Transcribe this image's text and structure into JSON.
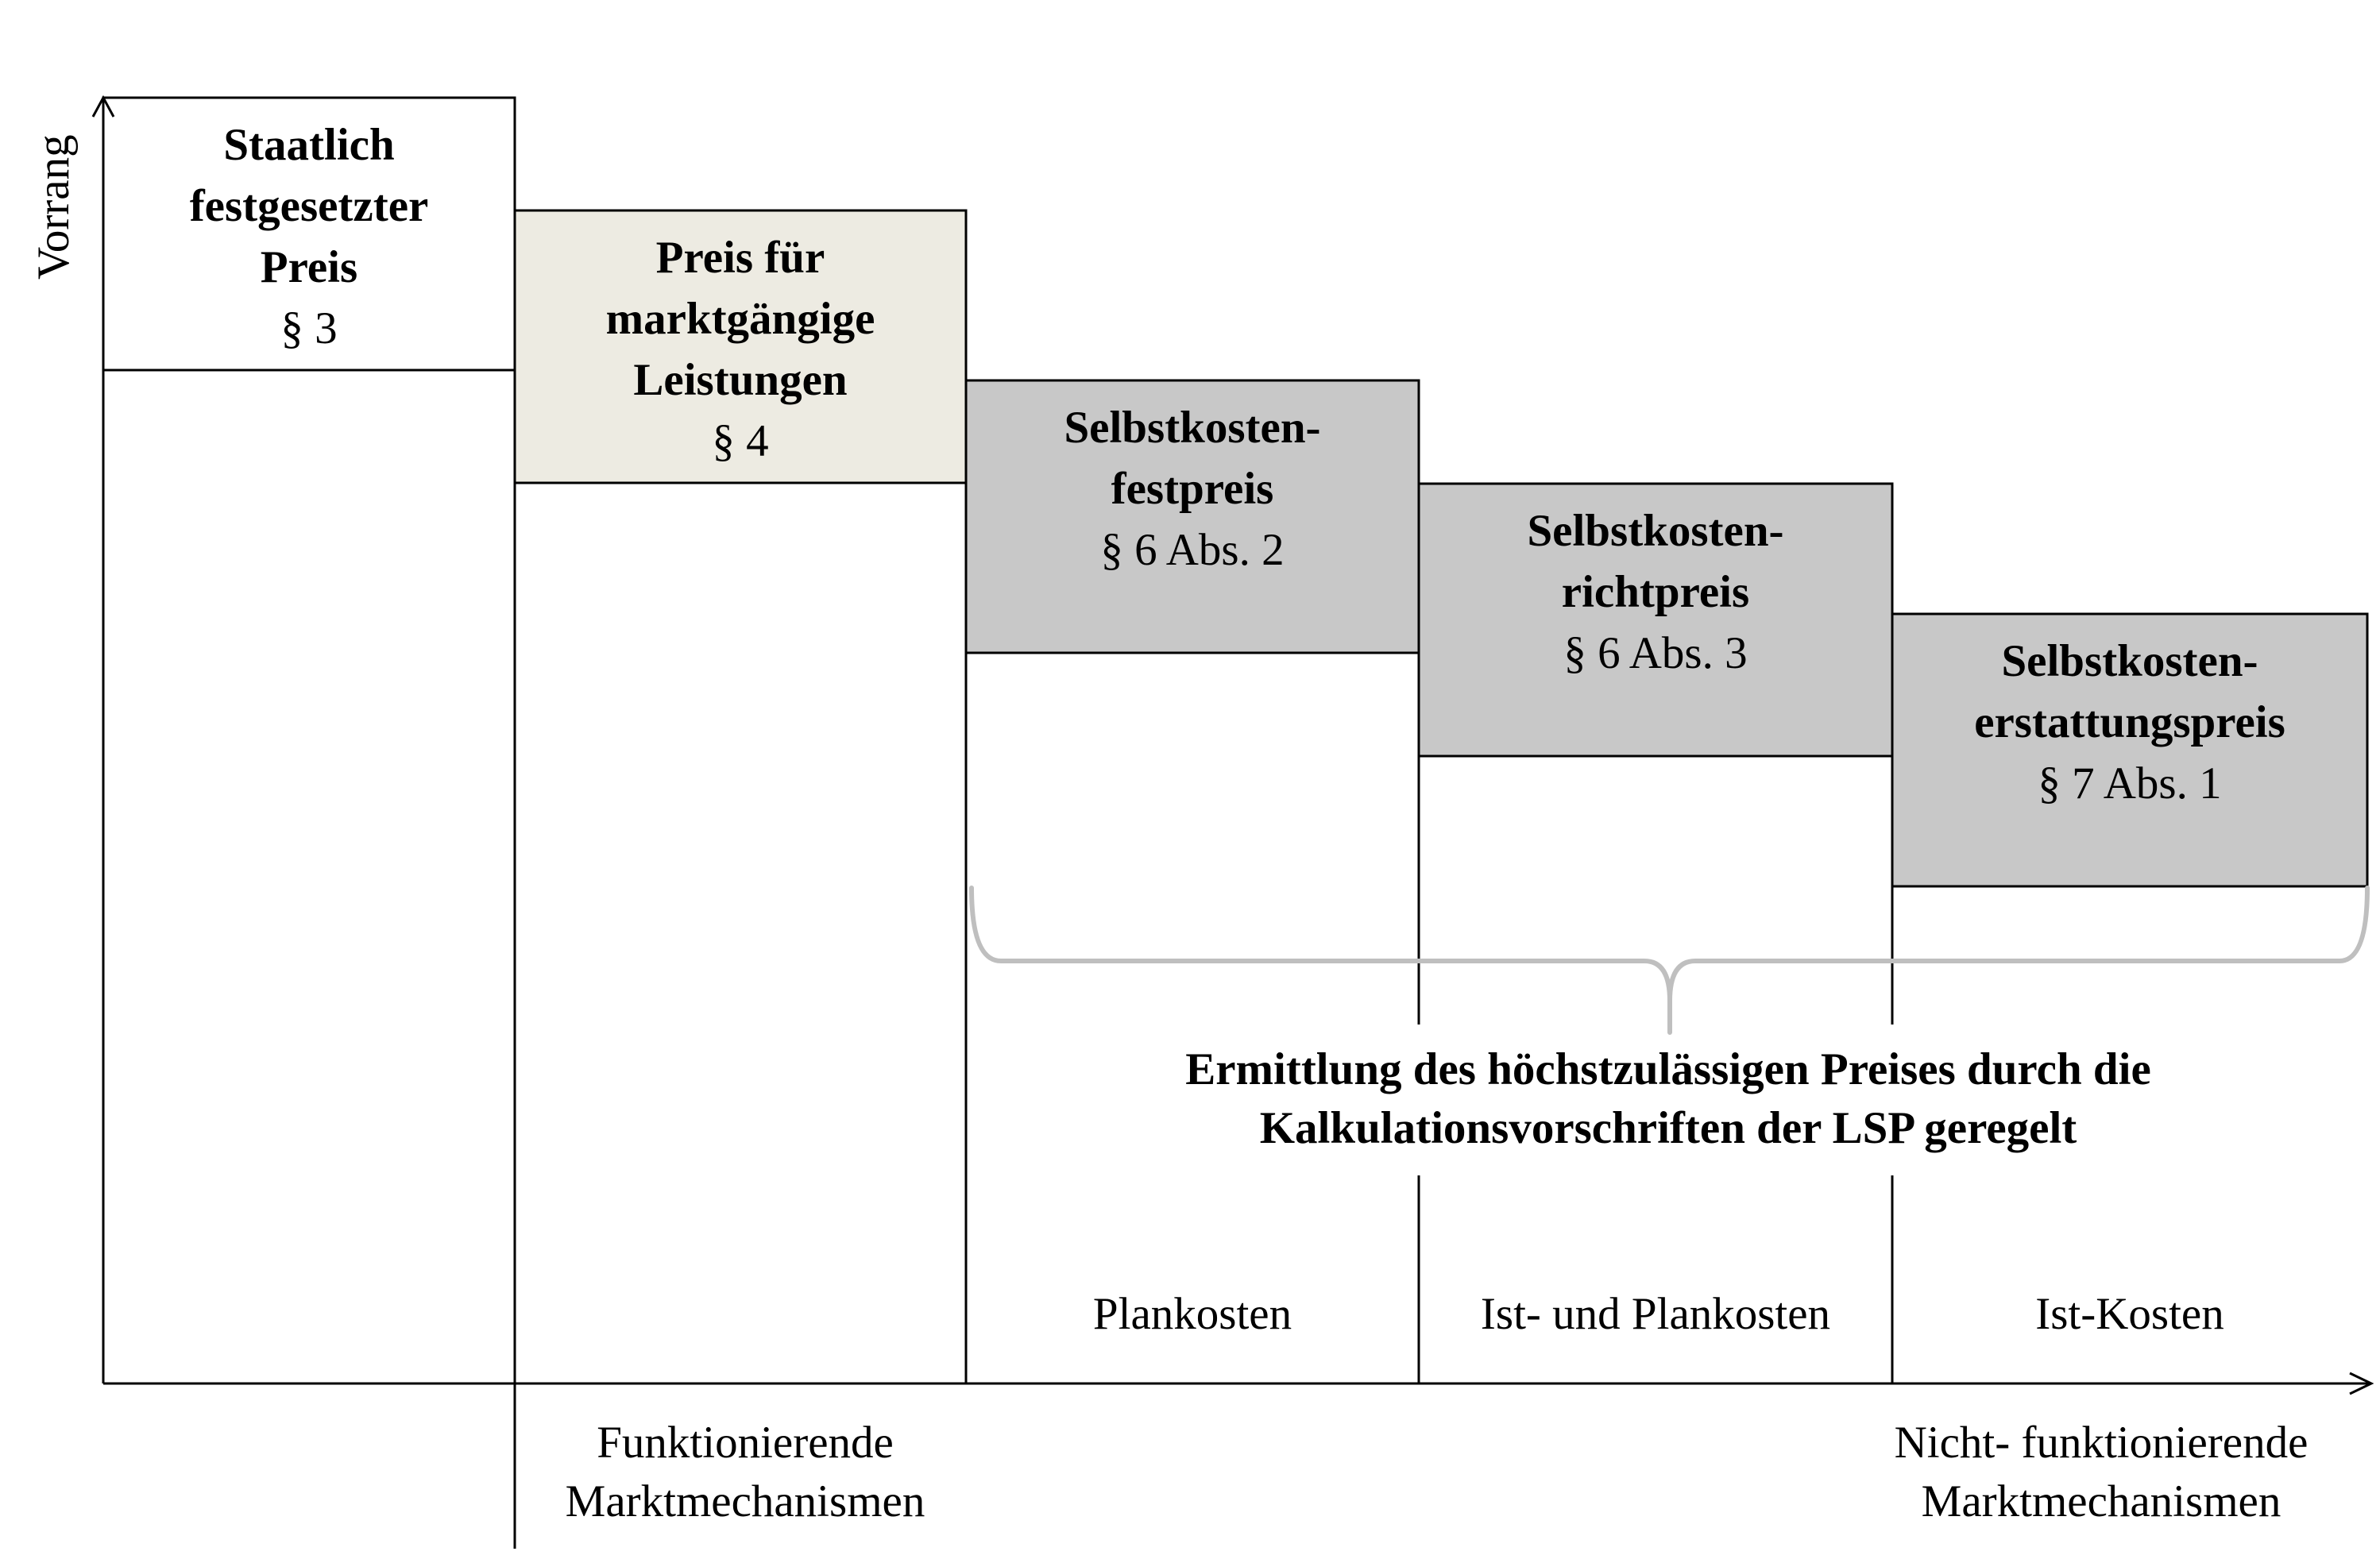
{
  "y_axis_label": "Vorrang",
  "boxes": [
    {
      "title_lines": [
        "Staatlich",
        "festgesetzter",
        "Preis"
      ],
      "para": "§ 3",
      "fill": "#ffffff"
    },
    {
      "title_lines": [
        "Preis für",
        "marktgängige",
        "Leistungen"
      ],
      "para": "§ 4",
      "fill": "#edebe2"
    },
    {
      "title_lines": [
        "Selbstkosten-",
        "festpreis"
      ],
      "para": "§ 6 Abs. 2",
      "fill": "#c8c8c8"
    },
    {
      "title_lines": [
        "Selbstkosten-",
        "richtpreis"
      ],
      "para": "§ 6 Abs. 3",
      "fill": "#c8c8c8"
    },
    {
      "title_lines": [
        "Selbstkosten-",
        "erstattungspreis"
      ],
      "para": "§ 7 Abs. 1",
      "fill": "#c8c8c8"
    }
  ],
  "brace_text": [
    "Ermittlung des höchstzulässigen Preises durch die",
    "Kalkulationsvorschriften der LSP geregelt"
  ],
  "cost_labels": [
    "Plankosten",
    "Ist- und Plankosten",
    "Ist-Kosten"
  ],
  "bottom_left": [
    "Funktionierende",
    "Marktmechanismen"
  ],
  "bottom_right": [
    "Nicht- funktionierende",
    "Marktmechanismen"
  ],
  "colors": {
    "line": "#000000",
    "brace": "#bfbfbf",
    "light_fill": "#edebe2",
    "grey_fill": "#c8c8c8"
  }
}
